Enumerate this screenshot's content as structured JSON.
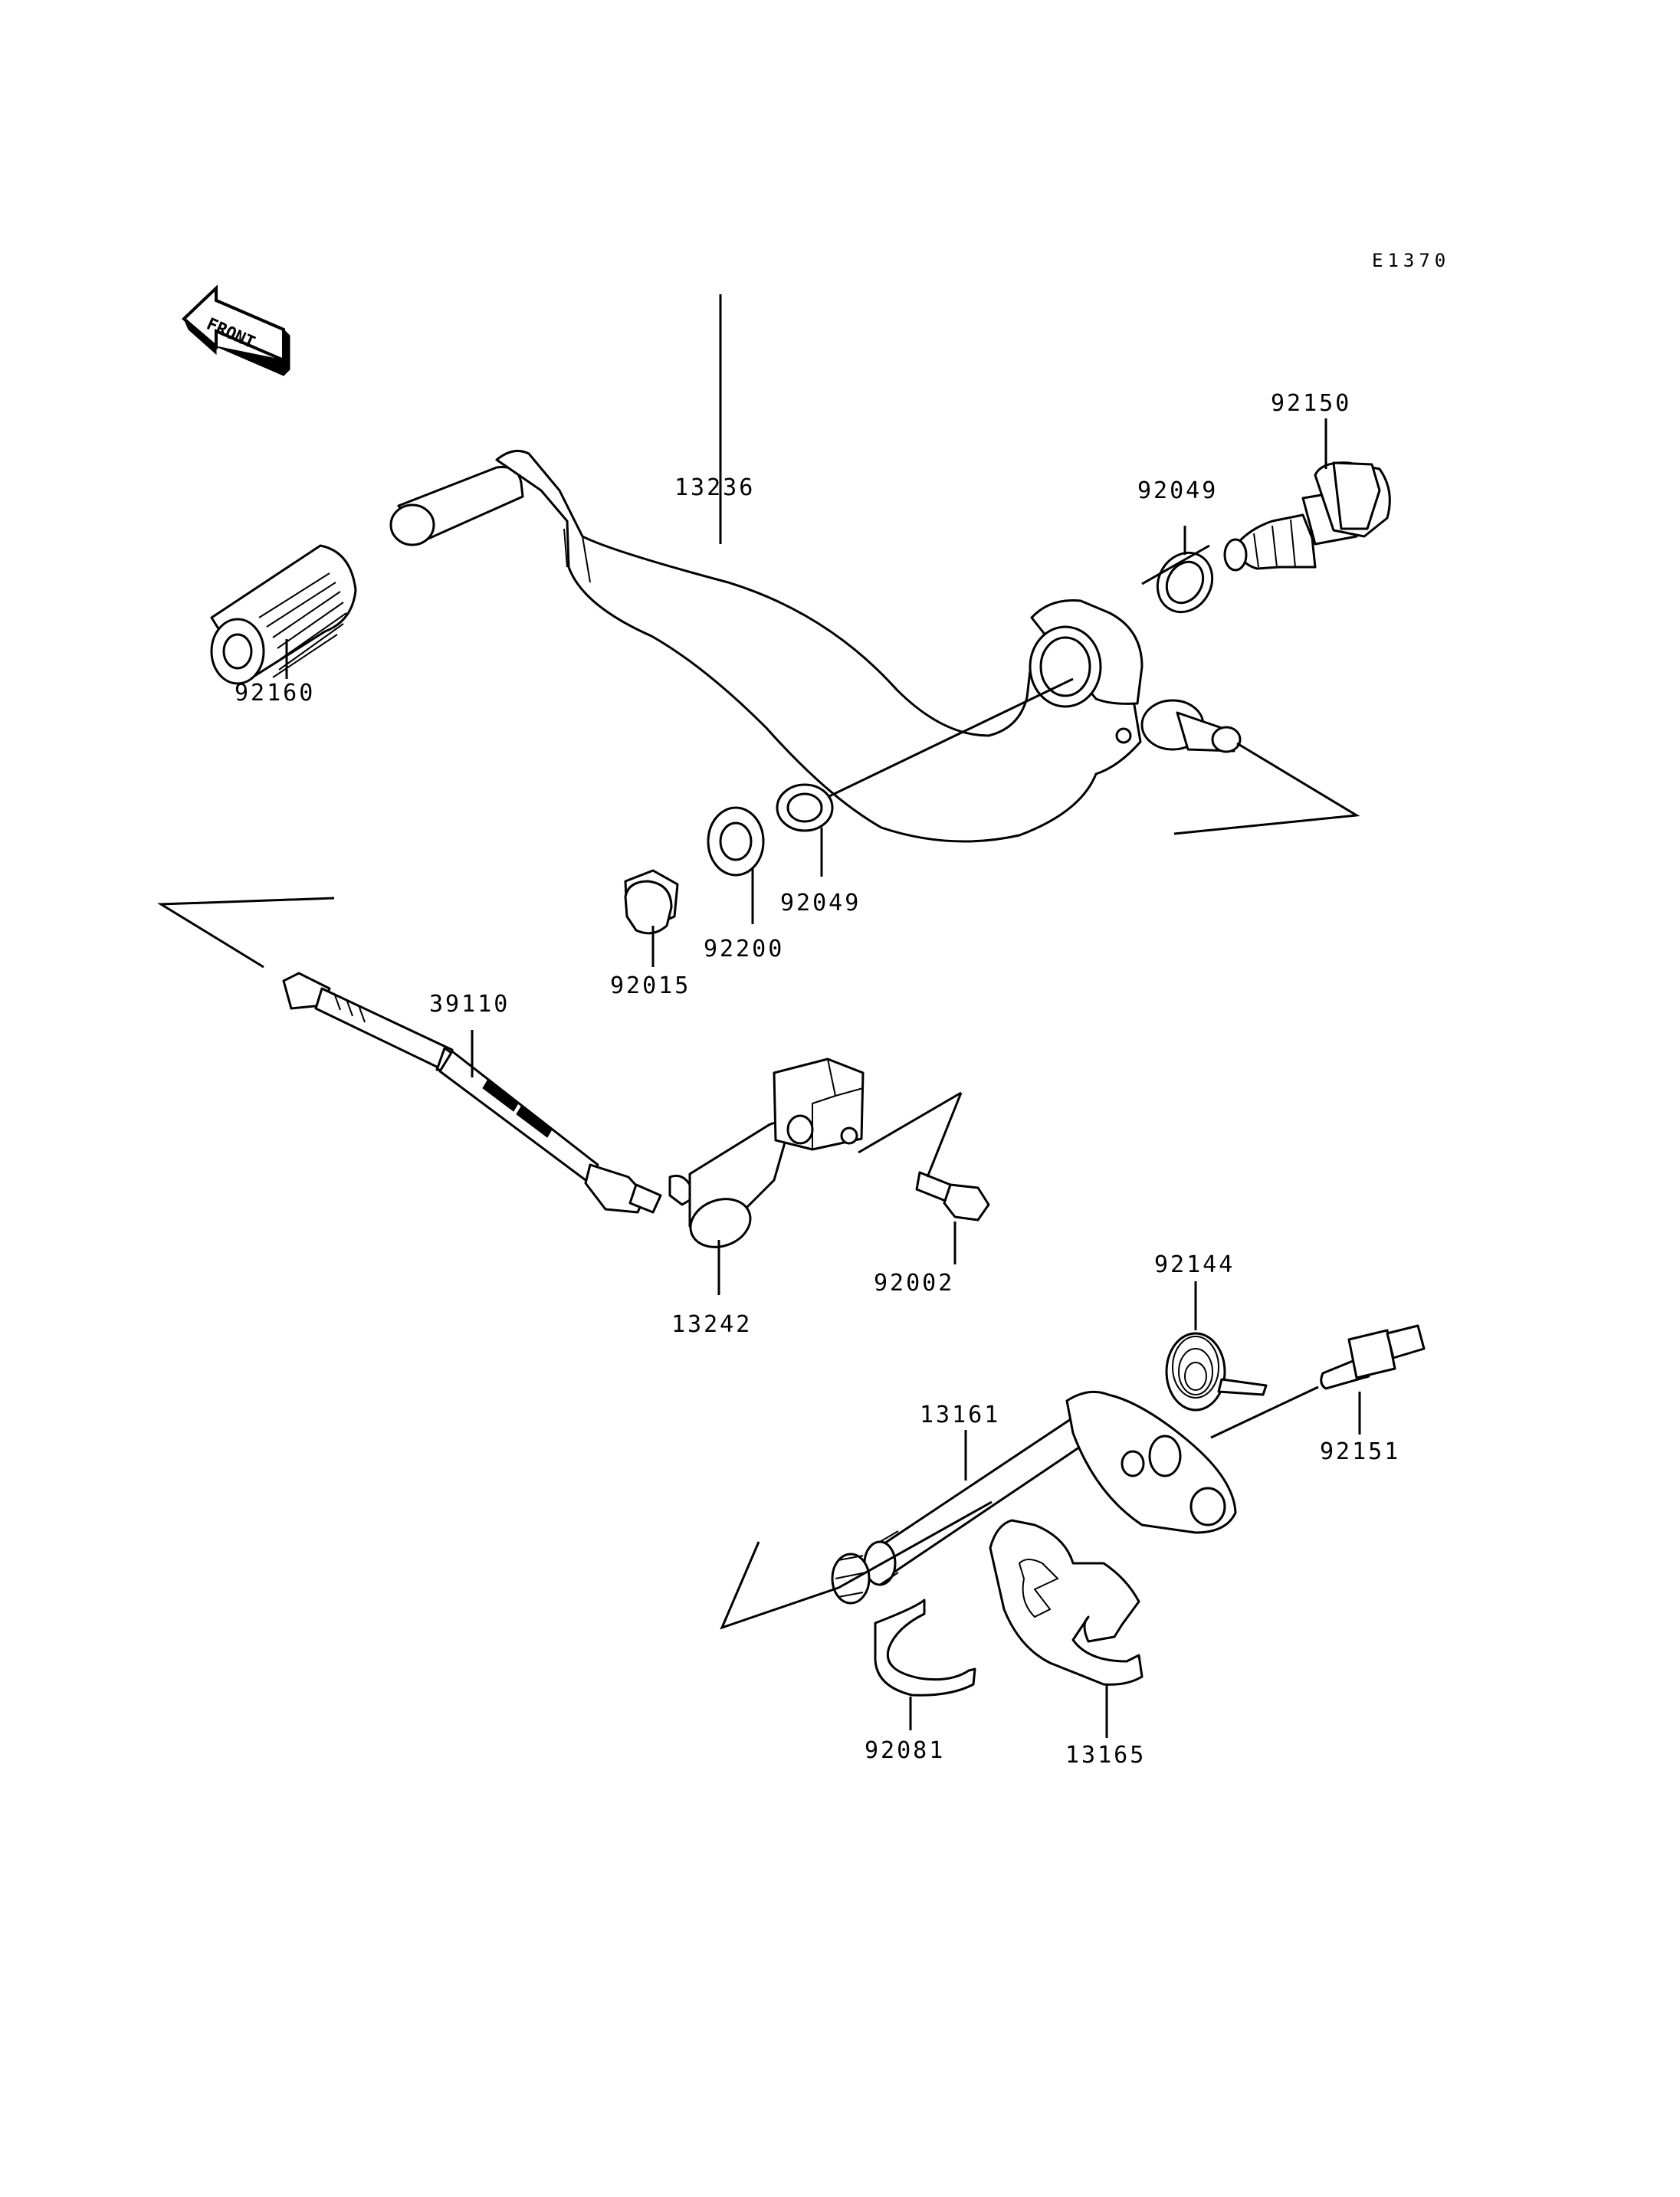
{
  "diagram": {
    "code": "E1370",
    "front_label": "FRONT",
    "parts": [
      {
        "key": "p13236",
        "number": "13236"
      },
      {
        "key": "p92150",
        "number": "92150"
      },
      {
        "key": "p92049_top",
        "number": "92049"
      },
      {
        "key": "p92160",
        "number": "92160"
      },
      {
        "key": "p92049_bottom",
        "number": "92049"
      },
      {
        "key": "p92200",
        "number": "92200"
      },
      {
        "key": "p92015",
        "number": "92015"
      },
      {
        "key": "p39110",
        "number": "39110"
      },
      {
        "key": "p13242",
        "number": "13242"
      },
      {
        "key": "p92002",
        "number": "92002"
      },
      {
        "key": "p92144",
        "number": "92144"
      },
      {
        "key": "p13161",
        "number": "13161"
      },
      {
        "key": "p92151",
        "number": "92151"
      },
      {
        "key": "p92081",
        "number": "92081"
      },
      {
        "key": "p13165",
        "number": "13165"
      }
    ]
  }
}
